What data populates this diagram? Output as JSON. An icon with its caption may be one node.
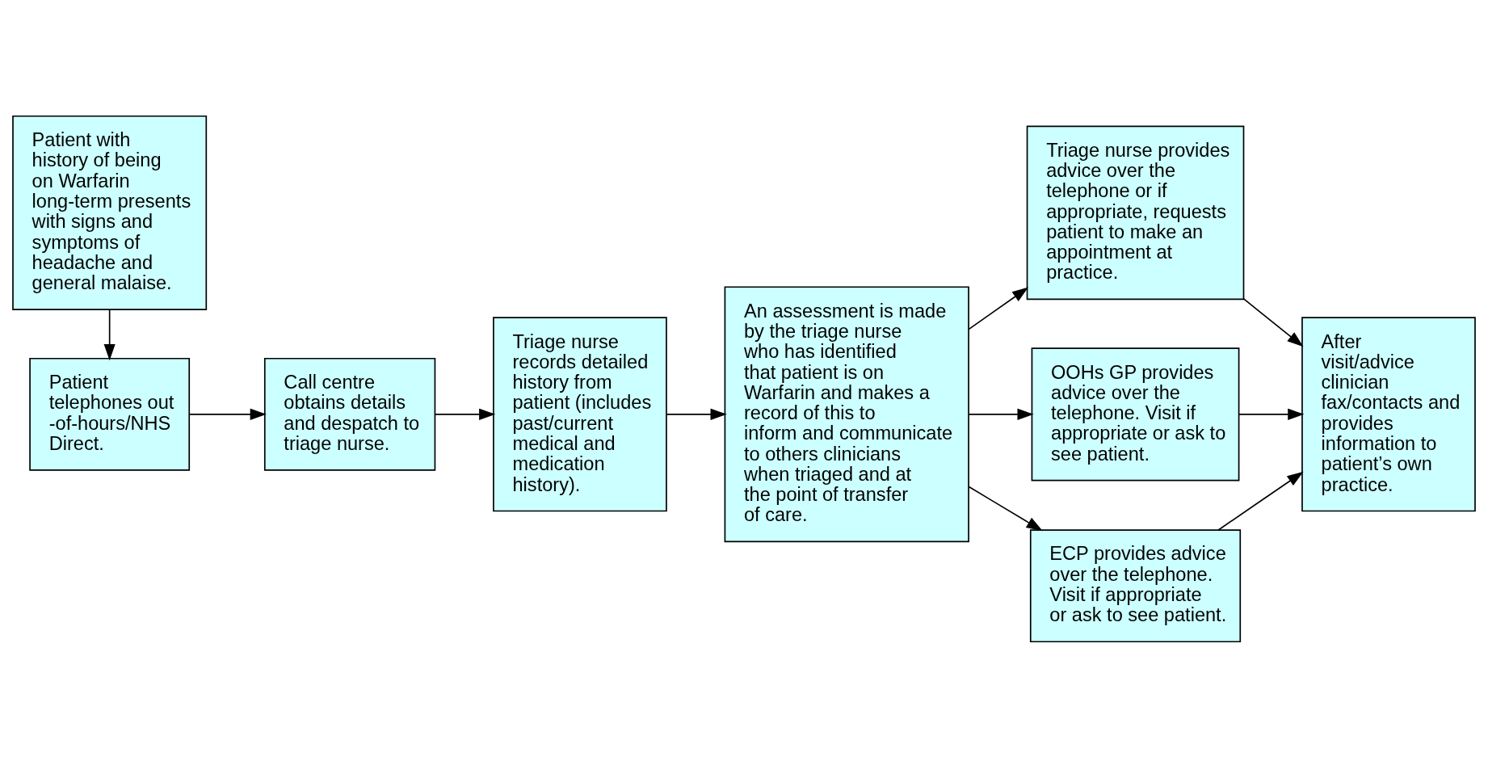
{
  "diagram": {
    "nodes": [
      {
        "text": [
          "Patient with history of being on Warfarin long-term presents with signs and symptoms of headache and general malaise."
        ]
      },
      {
        "text": [
          "Patient telephones out-of-hours/NHS Direct."
        ]
      },
      {
        "text": [
          "Call centre obtains details and despatch to triage nurse."
        ]
      },
      {
        "text": [
          "Triage nurse records detailed history from patient (includes past/current medical and medication history)."
        ]
      },
      {
        "text": [
          "An assessment is made by the triage nurse who has identified that patient is on Warfarin and makes a record of this to inform and communicate to others clinicians when triaged and at the point of transfer of care."
        ]
      },
      {
        "text": [
          "Triage nurse provides advice over the telephone or if appropriate, requests patient to make an appointment at practice."
        ]
      },
      {
        "text": [
          "OOHs GP provides advice over the telephone. Visit if appropriate or ask to see patient."
        ]
      },
      {
        "text": [
          "ECP provides advice over the telephone. Visit if appropriate or ask to see patient."
        ]
      },
      {
        "text": [
          "After visit/advice clinician fax/contacts and provides information to patient’s own practice."
        ]
      }
    ],
    "edges": [
      {
        "from": 0,
        "to": 1,
        "arrow": "to"
      },
      {
        "from": 1,
        "to": 2,
        "arrow": "to"
      },
      {
        "from": 2,
        "to": 3,
        "arrow": "to"
      },
      {
        "from": 3,
        "to": 4,
        "arrow": "to"
      },
      {
        "from": 4,
        "to": 5,
        "arrow": "to"
      },
      {
        "from": 4,
        "to": 6,
        "arrow": "to"
      },
      {
        "from": 4,
        "to": 7,
        "arrow": "to"
      },
      {
        "from": 5,
        "to": 8,
        "arrow": "to"
      },
      {
        "from": 6,
        "to": 8,
        "arrow": "to"
      },
      {
        "from": 7,
        "to": 8,
        "arrow": "to"
      }
    ]
  }
}
